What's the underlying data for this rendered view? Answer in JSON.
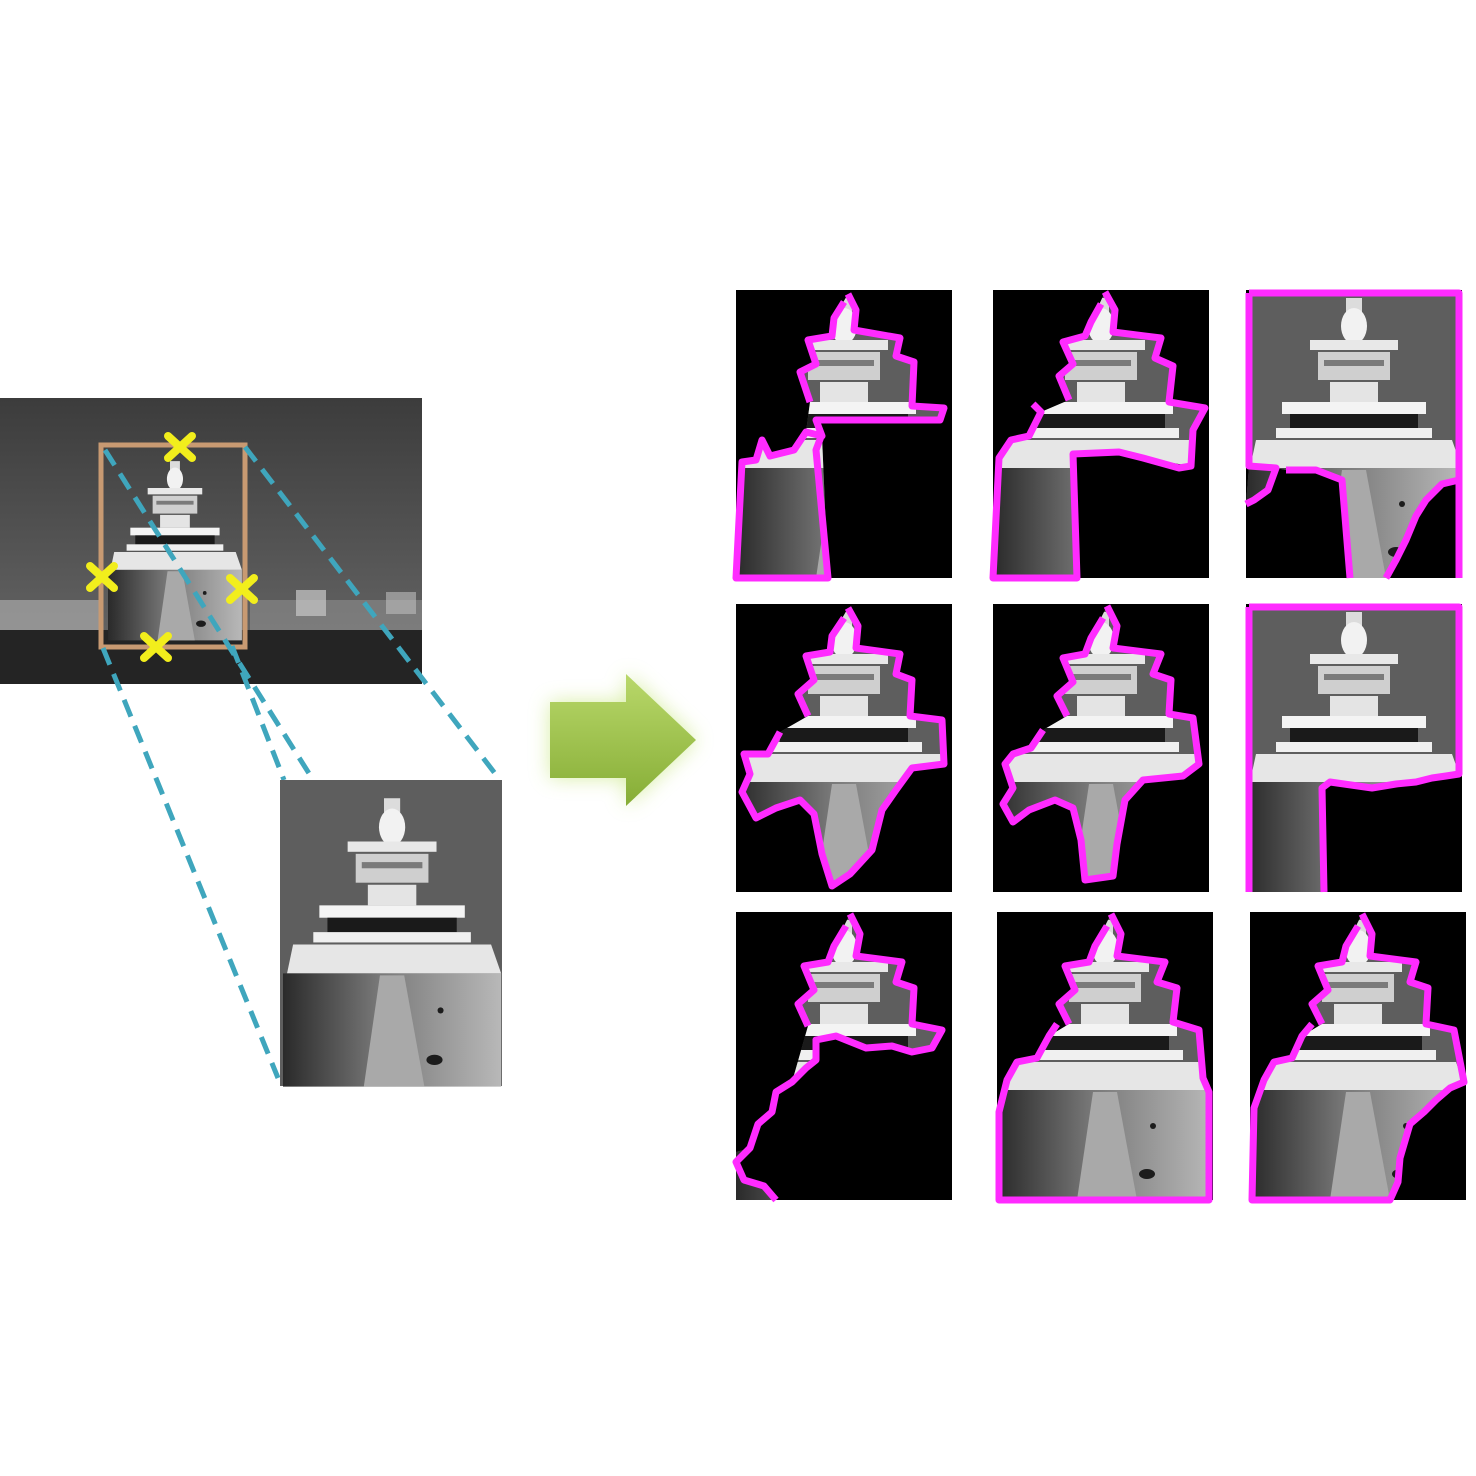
{
  "colors": {
    "background": "#ffffff",
    "bounding_box": "#c89a72",
    "extreme_point_marker": "#f2ee1c",
    "projection_lines": "#3fa6bd",
    "arrow_fill": "#9cc24a",
    "arrow_glow": "#d4ec9c",
    "segmentation_outline": "#ff2bff",
    "ship_gray": "#8a8a8a",
    "sky_gray": "#5e5e5e",
    "mask_black": "#000000"
  },
  "icons": {
    "extreme_point_marker": "x-mark-icon",
    "transition_arrow": "right-arrow-icon"
  },
  "grid": {
    "rows": 3,
    "cols": 3,
    "cells": [
      {
        "row": 0,
        "col": 0,
        "variant": "partial-left"
      },
      {
        "row": 0,
        "col": 1,
        "variant": "partial-hull"
      },
      {
        "row": 0,
        "col": 2,
        "variant": "full-frame-keel"
      },
      {
        "row": 1,
        "col": 0,
        "variant": "keel-narrow"
      },
      {
        "row": 1,
        "col": 1,
        "variant": "keel-wide"
      },
      {
        "row": 1,
        "col": 2,
        "variant": "full-frame-hull"
      },
      {
        "row": 2,
        "col": 0,
        "variant": "superstructure-only"
      },
      {
        "row": 2,
        "col": 1,
        "variant": "full-ship"
      },
      {
        "row": 2,
        "col": 2,
        "variant": "ship-right-cut"
      }
    ]
  }
}
